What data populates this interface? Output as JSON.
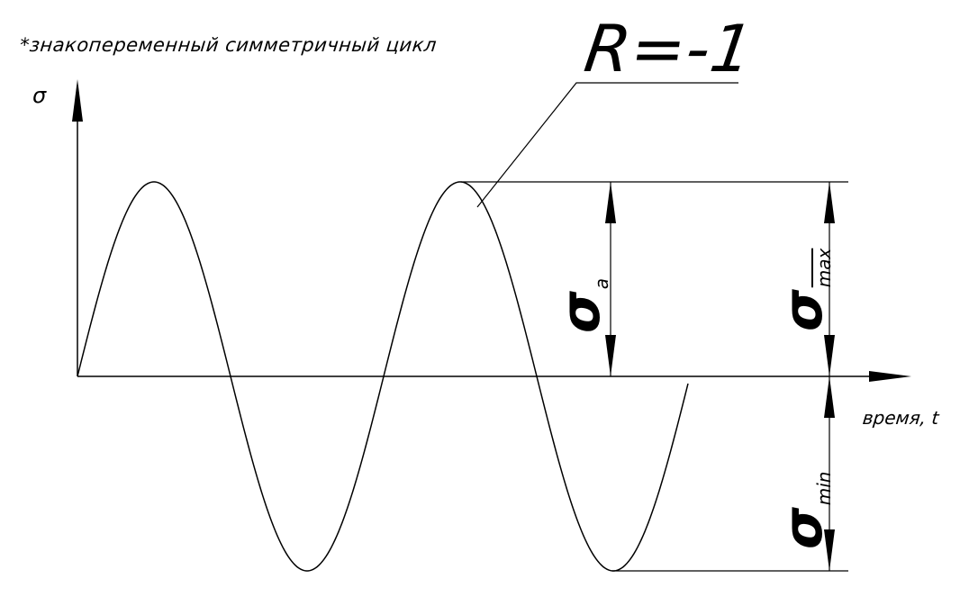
{
  "caption": "*знакопеременный симметричный цикл",
  "y_axis_label": "σ",
  "x_axis_label": "время, t",
  "ratio_label": "R=-1",
  "dim_amplitude": {
    "symbol": "σ",
    "subscript": "a"
  },
  "dim_max": {
    "symbol": "σ",
    "subscript": "max"
  },
  "dim_min": {
    "symbol": "σ",
    "subscript": "min"
  },
  "stroke_color": "#000000"
}
